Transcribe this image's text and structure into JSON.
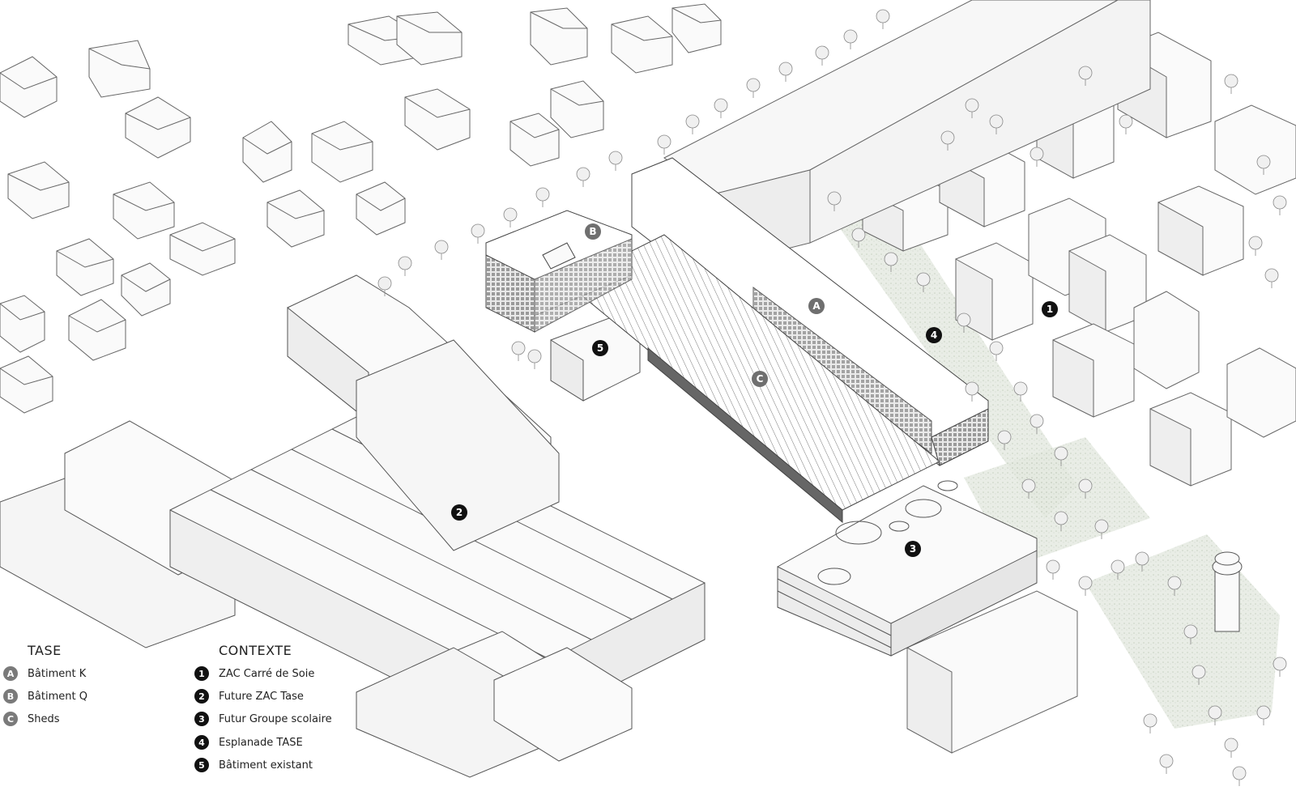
{
  "legend": {
    "tase": {
      "title": "TASE",
      "items": [
        {
          "key": "A",
          "label": "Bâtiment K"
        },
        {
          "key": "B",
          "label": "Bâtiment Q"
        },
        {
          "key": "C",
          "label": "Sheds"
        }
      ]
    },
    "contexte": {
      "title": "CONTEXTE",
      "items": [
        {
          "key": "1",
          "label": "ZAC Carré de Soie"
        },
        {
          "key": "2",
          "label": "Future ZAC Tase"
        },
        {
          "key": "3",
          "label": "Futur Groupe scolaire"
        },
        {
          "key": "4",
          "label": "Esplanade TASE"
        },
        {
          "key": "5",
          "label": "Bâtiment existant"
        }
      ]
    }
  },
  "markers": {
    "A": "A",
    "B": "B",
    "C": "C",
    "m1": "1",
    "m2": "2",
    "m3": "3",
    "m4": "4",
    "m5": "5"
  },
  "colors": {
    "line": "#555555",
    "roof_fill": "#ffffff",
    "wall_fill": "#f1f1f1",
    "wall_shadow": "#e4e4e4",
    "green": "#c9d4c3",
    "marker_grey": "#6f6f6f",
    "marker_black": "#111111"
  }
}
